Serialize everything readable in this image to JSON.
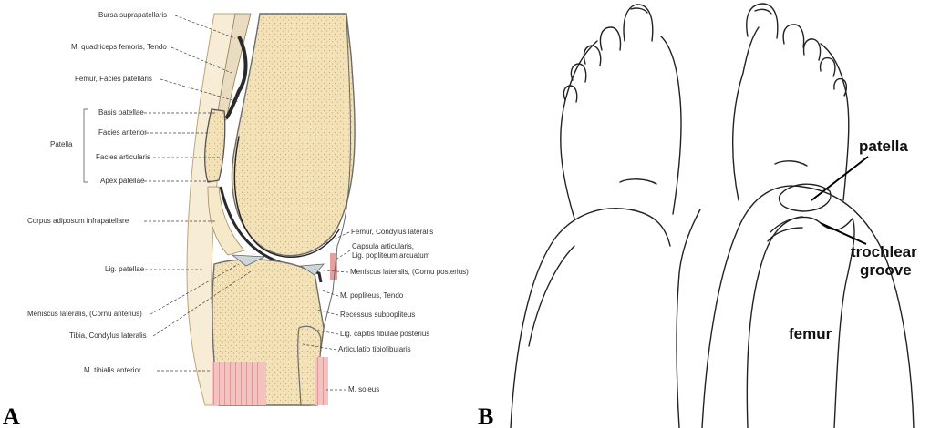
{
  "panel_a": {
    "letter": "A",
    "labels": [
      "Bursa suprapatellaris",
      "M. quadriceps femoris, Tendo",
      "Femur, Facies patellaris",
      "Patella",
      "Basis patellae",
      "Facies anterior",
      "Facies articularis",
      "Apex patellae",
      "Corpus adiposum infrapatellare",
      "Lig. patellae",
      "Meniscus lateralis, (Cornu anterius)",
      "Tibia, Condylus lateralis",
      "M. tibialis anterior",
      "Femur, Condylus lateralis",
      "Capsula articularis,",
      "Lig. popliteum arcuatum",
      "Meniscus lateralis, (Cornu posterius)",
      "M. popliteus, Tendo",
      "Recessus subpopliteus",
      "Lig. capitis fibulae posterius",
      "Articulatio tibiofibularis",
      "M. soleus"
    ]
  },
  "panel_b": {
    "letter": "B",
    "labels": [
      "patella",
      "trochlear groove",
      "femur"
    ]
  },
  "colors": {
    "bone": "#f3e2b8",
    "bone_dots": "#c9a86a",
    "cartilage": "#b9c3c8",
    "joint_space": "#2a2a2a",
    "muscle": "#e8a8a8",
    "skin": "#f7ecd5"
  }
}
